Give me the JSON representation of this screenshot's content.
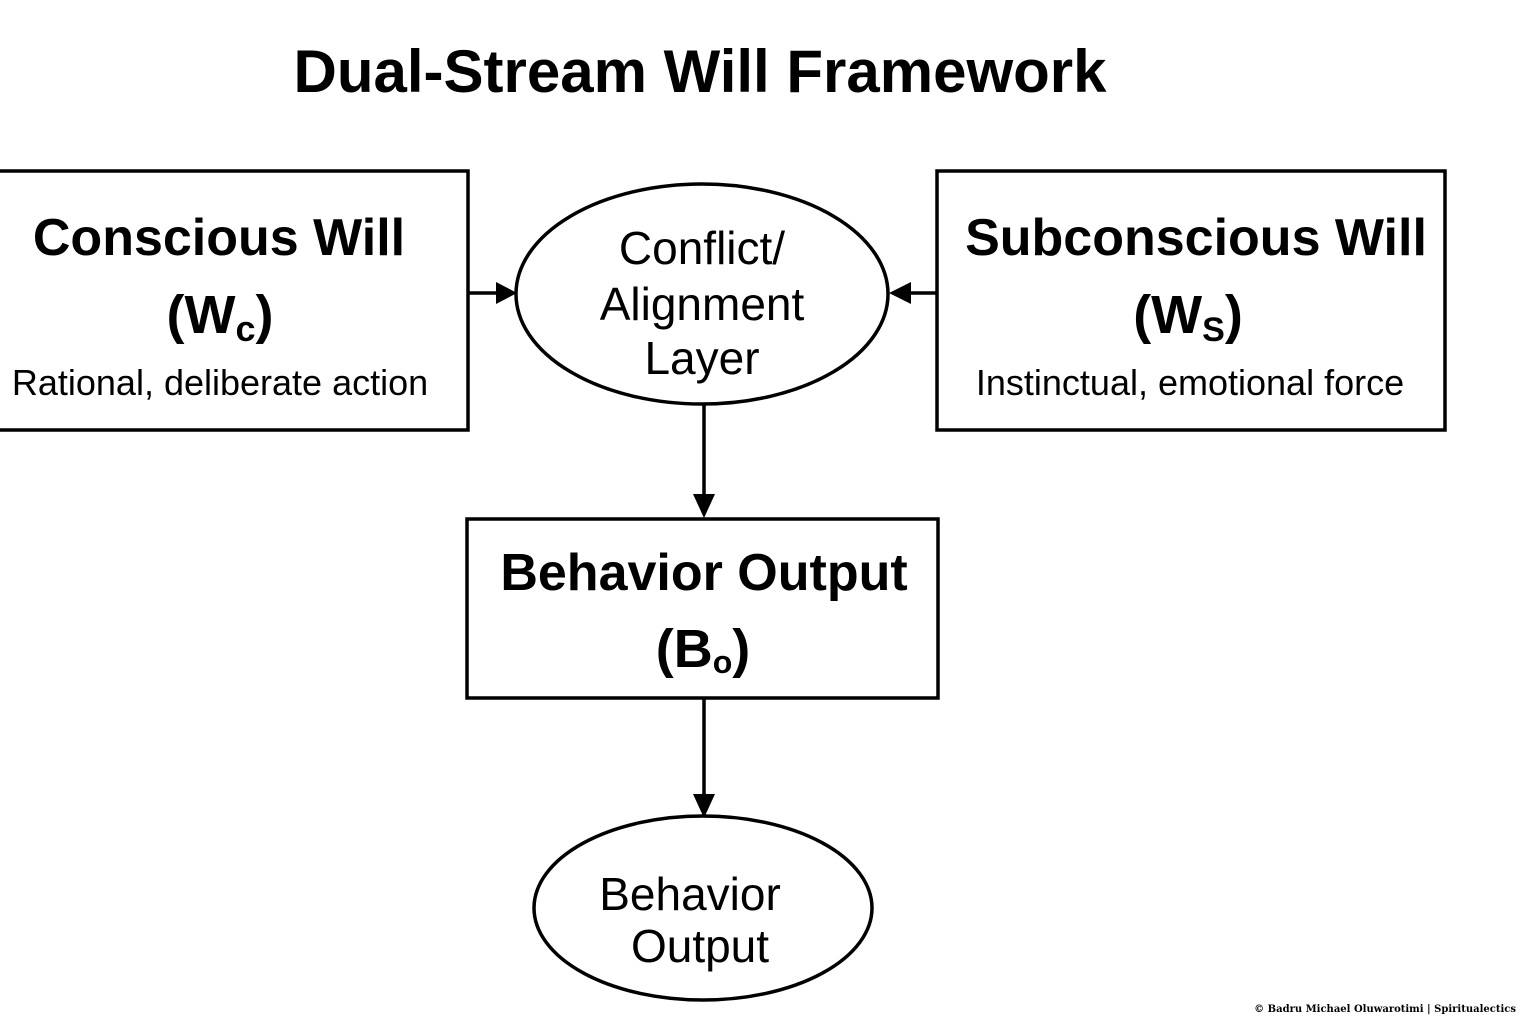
{
  "title": "Dual-Stream Will Framework",
  "conscious_will": {
    "title": "Conscious Will",
    "symbol_open": "(W",
    "symbol_sub": "c",
    "symbol_close": ")",
    "description": "Rational, deliberate action"
  },
  "subconscious_will": {
    "title": "Subconscious Will",
    "symbol_open": "(W",
    "symbol_sub": "S",
    "symbol_close": ")",
    "description": "Instinctual, emotional force"
  },
  "conflict_layer": {
    "line1": "Conflict/",
    "line2": "Alignment",
    "line3": "Layer"
  },
  "behavior_box": {
    "title": "Behavior Output",
    "symbol_open": "(B",
    "symbol_sub": "o",
    "symbol_close": ")"
  },
  "behavior_ellipse": {
    "line1": "Behavior",
    "line2": "Output"
  },
  "footer": "© Badru Michael Oluwarotimi | Spiritualectics"
}
